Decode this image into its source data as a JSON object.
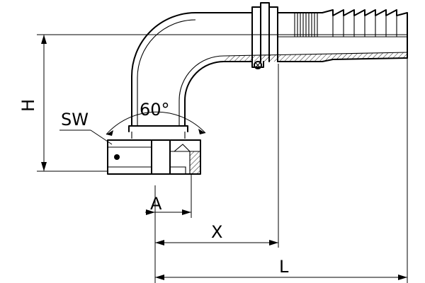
{
  "labels": {
    "height": "H",
    "wrench_size": "SW",
    "angle": "60°",
    "dim_a": "A",
    "dim_x": "X",
    "dim_l": "L"
  }
}
